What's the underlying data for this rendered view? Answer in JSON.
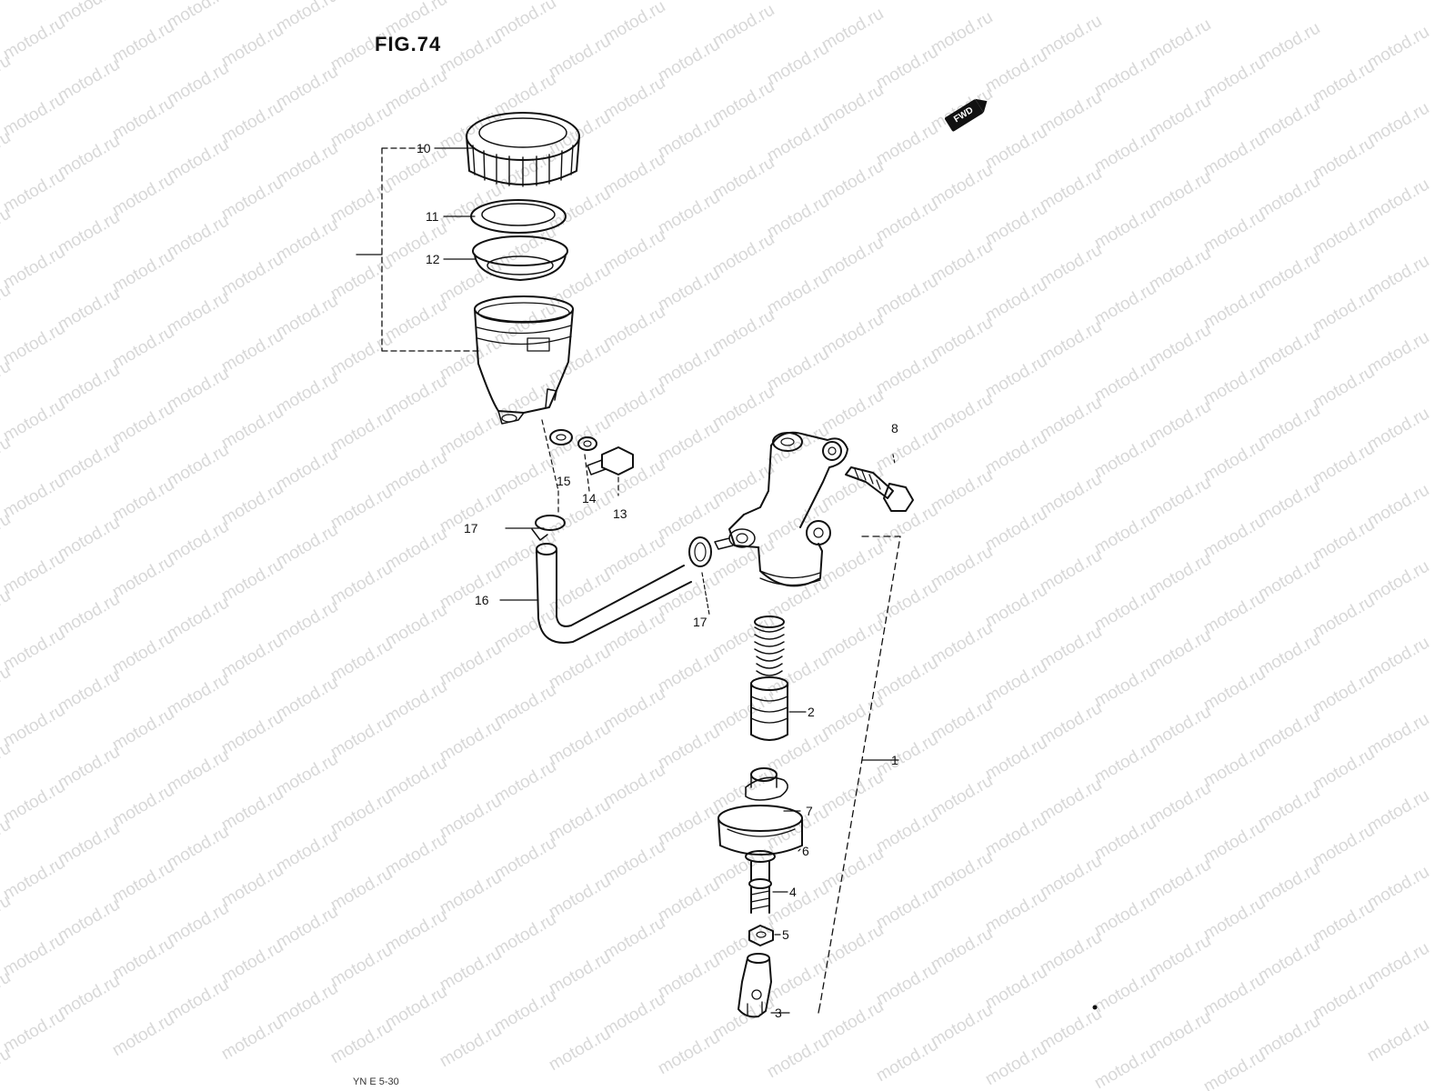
{
  "figure": {
    "title": "FIG.74",
    "fwd_label": "FWD",
    "page_code": "YN E 5-30"
  },
  "watermark": {
    "text": "motod.ru"
  },
  "callouts": [
    {
      "id": "10",
      "label": "10"
    },
    {
      "id": "11",
      "label": "11"
    },
    {
      "id": "12",
      "label": "12"
    },
    {
      "id": "15",
      "label": "15"
    },
    {
      "id": "14",
      "label": "14"
    },
    {
      "id": "13",
      "label": "13"
    },
    {
      "id": "8",
      "label": "8"
    },
    {
      "id": "17a",
      "label": "17"
    },
    {
      "id": "16",
      "label": "16"
    },
    {
      "id": "17b",
      "label": "17"
    },
    {
      "id": "2",
      "label": "2"
    },
    {
      "id": "1",
      "label": "1"
    },
    {
      "id": "7",
      "label": "7"
    },
    {
      "id": "6",
      "label": "6"
    },
    {
      "id": "4",
      "label": "4"
    },
    {
      "id": "5",
      "label": "5"
    },
    {
      "id": "3",
      "label": "3"
    }
  ]
}
